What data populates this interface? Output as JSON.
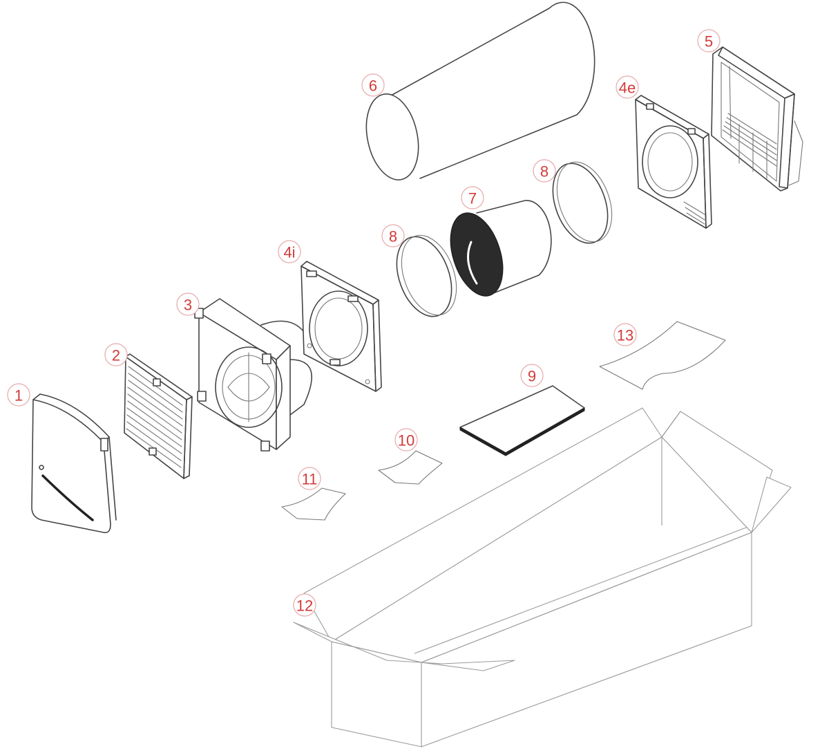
{
  "callouts": [
    {
      "id": "c1",
      "label": "1"
    },
    {
      "id": "c2",
      "label": "2"
    },
    {
      "id": "c3",
      "label": "3"
    },
    {
      "id": "c4i",
      "label": "4i"
    },
    {
      "id": "c4e",
      "label": "4e"
    },
    {
      "id": "c5",
      "label": "5"
    },
    {
      "id": "c6",
      "label": "6"
    },
    {
      "id": "c7",
      "label": "7"
    },
    {
      "id": "c8a",
      "label": "8"
    },
    {
      "id": "c8b",
      "label": "8"
    },
    {
      "id": "c9",
      "label": "9"
    },
    {
      "id": "c10",
      "label": "10"
    },
    {
      "id": "c11",
      "label": "11"
    },
    {
      "id": "c12",
      "label": "12"
    },
    {
      "id": "c13",
      "label": "13"
    }
  ],
  "colors": {
    "callout_text": "#d43a3a",
    "line": "#444444",
    "box_line": "#9a9a9a",
    "filter_mesh": "#2b2b2b"
  }
}
